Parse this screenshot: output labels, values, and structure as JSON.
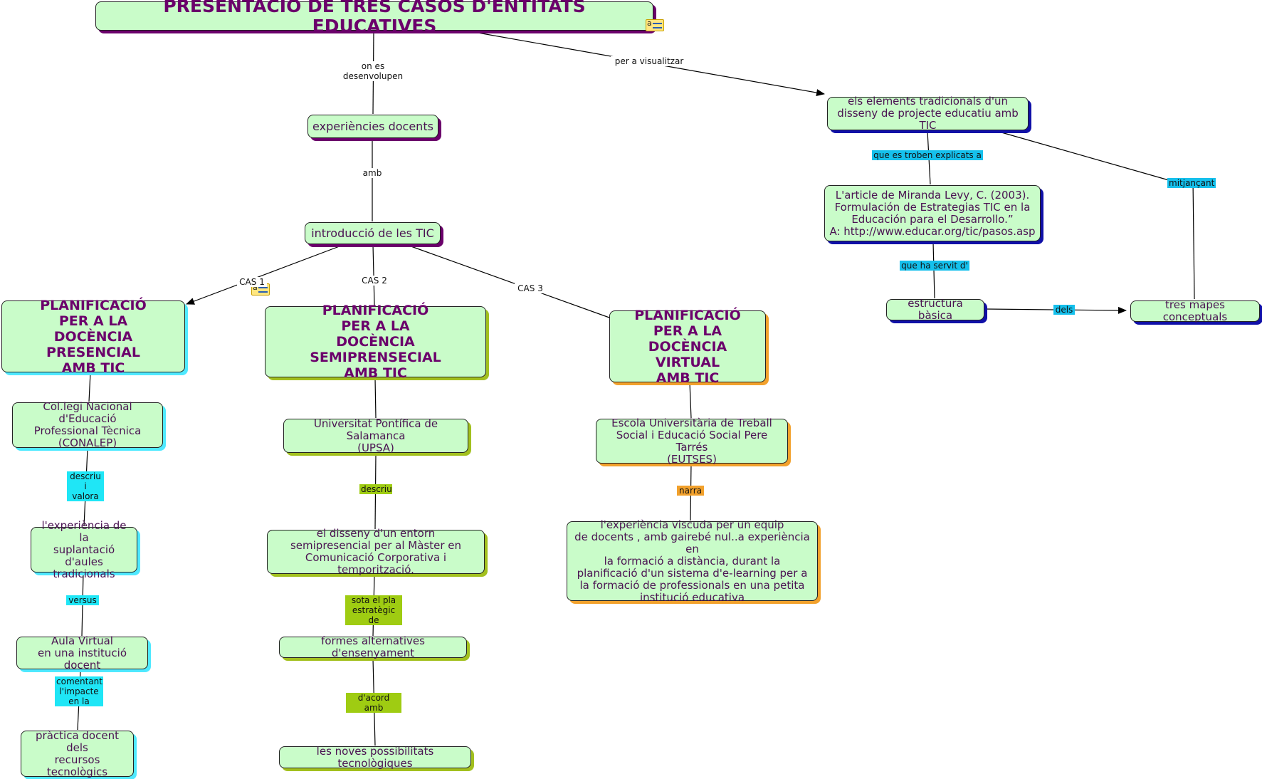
{
  "nodes": {
    "title": "PRESENTACIÓ DE TRES CASOS D'ENTITATS EDUCATIVES",
    "experiencies": "experiències docents",
    "introduccio": "introducció de les TIC",
    "cas1_plan": "PLANIFICACIÓ\nPER A LA\nDOCÈNCIA PRESENCIAL\nAMB TIC",
    "cas2_plan": "PLANIFICACIÓ\nPER A LA\nDOCÈNCIA SEMIPRENSECIAL\nAMB TIC",
    "cas3_plan": "PLANIFICACIÓ\nPER A LA\nDOCÈNCIA VIRTUAL\nAMB TIC",
    "conalep": "Col.legi Nacional d'Educació\nProfessional Tècnica\n(CONALEP)",
    "suplantacio": "l'experiència de la\nsuplantació\nd'aules tradicionals",
    "aula_virtual": "Aula Virtual\nen una institució docent",
    "practica": "pràctica docent\ndels\nrecursos tecnològics",
    "upsa": "Universitat Pontífica de Salamanca\n(UPSA)",
    "disseny": "el disseny d'un entorn\nsemipresencial per al Màster en\nComunicació Corporativa i temporització.",
    "formes": "formes alternatives d'ensenyament",
    "noves": "les noves possibilitats tecnològiques",
    "eutses": "Escola Universitària de Treball\nSocial i Educació Social Pere Tarrés\n(EUTSES)",
    "experiencia_viscuda": "l'experiència viscuda per un equip\nde docents , amb gairebé nul..a experiència en\nla formació a distància, durant la\nplanificació d'un sistema d'e-learning per a\nla formació de professionals en una petita\ninstitució educativa",
    "elements": "els elements tradicionals d'un\ndisseny de projecte educatiu amb TIC",
    "article": "L'article de Miranda Levy, C. (2003).\nFormulación de Estrategias TIC en la\nEducación para el Desarrollo.”\nA: http://www.educar.org/tic/pasos.asp",
    "estructura": "estructura bàsica",
    "tres_mapes": "tres mapes conceptuals"
  },
  "links": {
    "on_es": "on es\ndesenvolupen",
    "per_a": "per a visualitzar",
    "amb": "amb",
    "cas1": "CAS 1",
    "cas2": "CAS 2",
    "cas3": "CAS 3",
    "descriu_valora": "descriu\ni\nvalora",
    "versus": "versus",
    "comentant": "comentant\nl'impacte\nen la",
    "descriu": "descriu",
    "sota": "sota el pla\nestratègic de",
    "dacord": "d'acord amb",
    "narra": "narra",
    "que_es": "que es troben explicats a",
    "mitjancant": "mitjançant",
    "que_ha": "que ha servit d'",
    "dels": "dels"
  },
  "colors": {
    "node_fill": "#c9fcc9",
    "title_text": "#6b006b",
    "shadow_purple": "#6b006b",
    "shadow_cyan": "#4fe9ff",
    "shadow_lime": "#a2c01e",
    "shadow_orange": "#f2a12c",
    "shadow_blue": "#1010a8",
    "label_cyan": "#1fe6f6",
    "label_lime": "#9fcc12",
    "label_orange": "#f2a12c",
    "label_sky": "#15c0ec"
  },
  "icons": [
    "note-attachment-icon",
    "arrowhead-icon"
  ]
}
